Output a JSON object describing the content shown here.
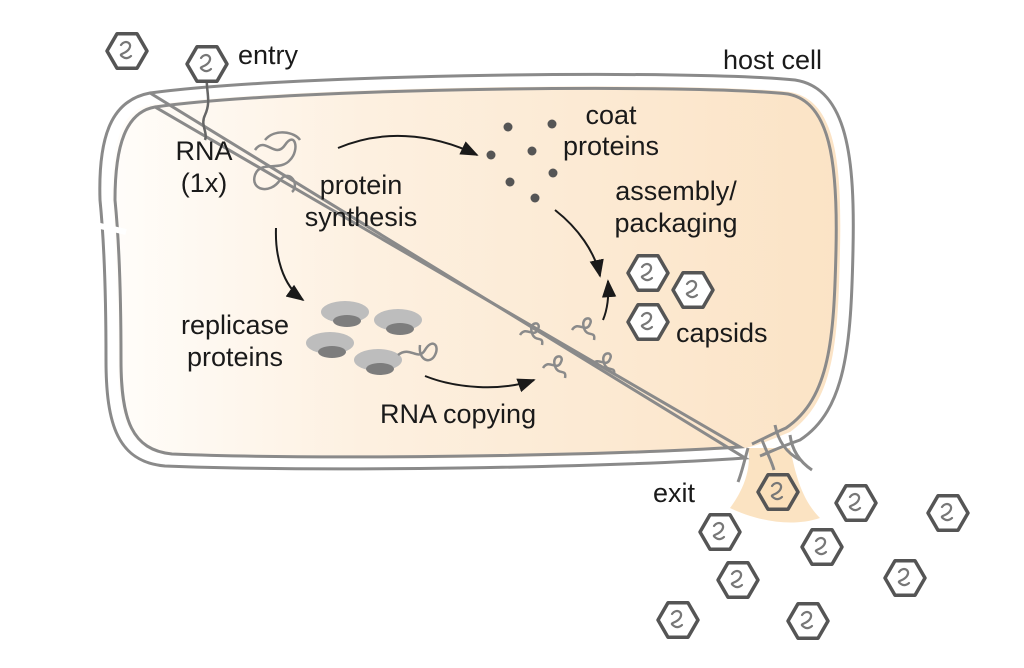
{
  "labels": {
    "entry": "entry",
    "host_cell": "host cell",
    "rna_line1": "RNA",
    "rna_line2": "(1x)",
    "protein_synthesis_line1": "protein",
    "protein_synthesis_line2": "synthesis",
    "coat_line1": "coat",
    "coat_line2": "proteins",
    "assembly_line1": "assembly/",
    "assembly_line2": "packaging",
    "replicase_line1": "replicase",
    "replicase_line2": "proteins",
    "capsids": "capsids",
    "rna_copying": "RNA copying",
    "exit": "exit"
  },
  "colors": {
    "cytoplasm": "#fbe6cc",
    "membrane": "#8a8a8a",
    "capsid_stroke": "#555555",
    "dot": "#555555",
    "replicase_dark": "#7d7d7d",
    "replicase_light": "#bdbdbd",
    "text": "#1a1a1a"
  }
}
